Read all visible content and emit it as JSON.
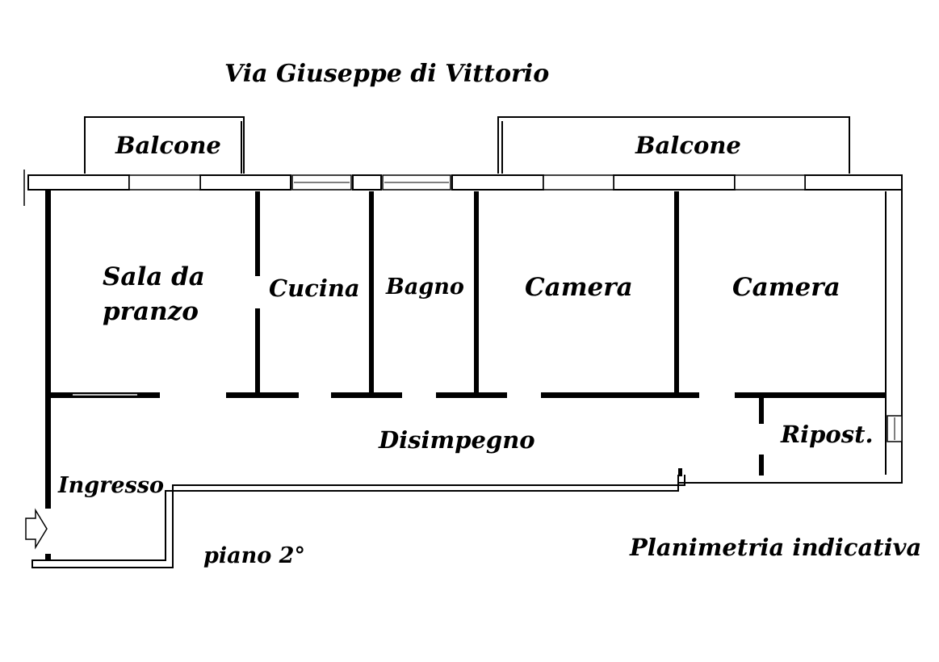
{
  "street": "Via Giuseppe di Vittorio",
  "floor": "piano 2°",
  "caption": "Planimetria indicativa",
  "rooms": {
    "balcone_left": "Balcone",
    "balcone_right": "Balcone",
    "sala_line1": "Sala da",
    "sala_line2": "pranzo",
    "cucina": "Cucina",
    "bagno": "Bagno",
    "camera_1": "Camera",
    "camera_2": "Camera",
    "disimpegno": "Disimpegno",
    "ripostiglio": "Ripost.",
    "ingresso": "Ingresso"
  },
  "colors": {
    "wall": "#000000",
    "background": "#ffffff"
  },
  "icons": {
    "entrance": "entrance-arrow-icon"
  }
}
